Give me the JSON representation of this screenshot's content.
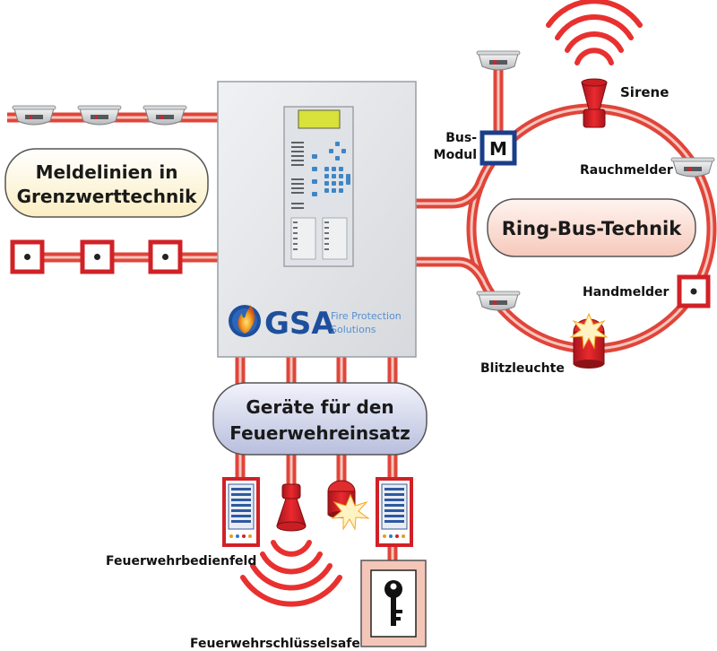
{
  "labels": {
    "grenzwert": [
      "Meldelinien in",
      "Grenzwerttechnik"
    ],
    "ringbus": "Ring-Bus-Technik",
    "feuerwehr": [
      "Geräte für den",
      "Feuerwehreinsatz"
    ],
    "sirene": "Sirene",
    "bus_modul": [
      "Bus-",
      "Modul"
    ],
    "bus_modul_letter": "M",
    "rauchmelder": "Rauchmelder",
    "handmelder": "Handmelder",
    "blitzleuchte": "Blitzleuchte",
    "feuerwehrbedienfeld": "Feuerwehrbedienfeld",
    "schluesselsafe": "Feuerwehrschlüsselsafe"
  },
  "brand": {
    "name": "GSA",
    "tagline_1": "Fire Protection",
    "tagline_2": "Solutions"
  },
  "colors": {
    "line": "#e0453a",
    "line_light": "#f4b3a8",
    "panel": "#e4e6e9",
    "accent_blue": "#1a4f99",
    "label_bubble": "#fff6d8",
    "ring_bubble": "#fbe0d8",
    "device_bubble": "#d8dcef"
  }
}
